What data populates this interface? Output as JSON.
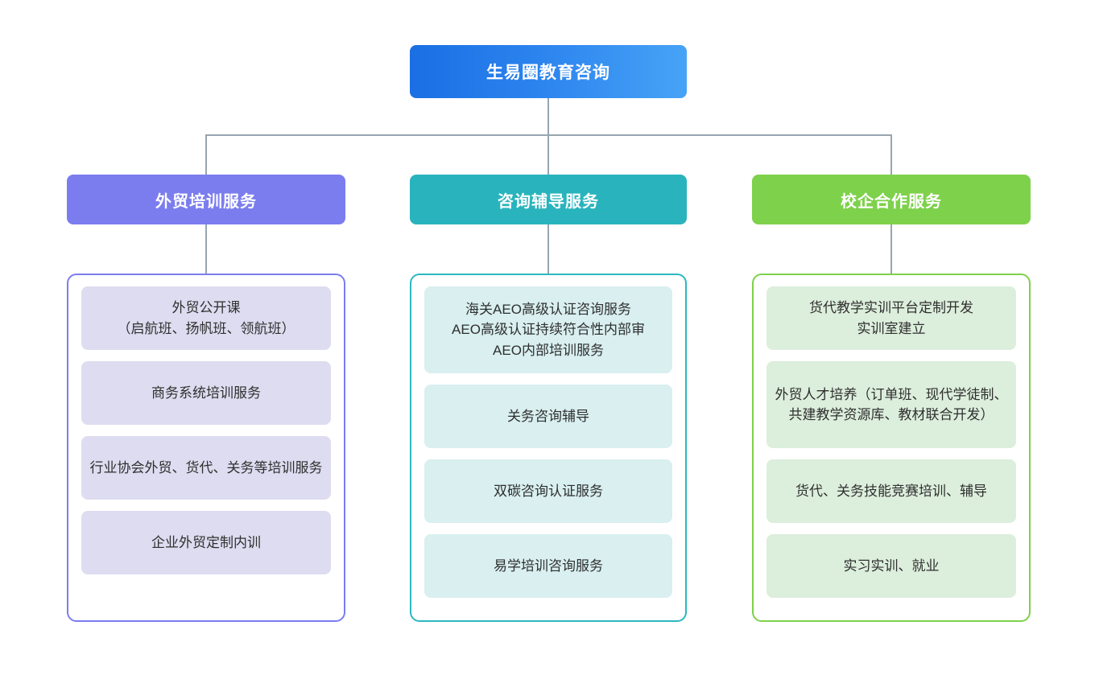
{
  "diagram": {
    "root": {
      "label": "生易圈教育咨询",
      "color_start": "#1a6fe3",
      "color_end": "#47a3f6"
    },
    "connector_color": "#97a5b0",
    "branches": [
      {
        "header": "外贸培训服务",
        "header_color": "#7b7def",
        "border_color": "#7b7def",
        "item_color": "#dedcf0",
        "items": [
          "外贸公开课\n（启航班、扬帆班、领航班）",
          "商务系统培训服务",
          "行业协会外贸、货代、关务等培训服务",
          "企业外贸定制内训"
        ]
      },
      {
        "header": "咨询辅导服务",
        "header_color": "#29b4bd",
        "border_color": "#2cb8c0",
        "item_color": "#d9eff0",
        "items": [
          "海关AEO高级认证咨询服务\nAEO高级认证持续符合性内部审\nAEO内部培训服务",
          "关务咨询辅导",
          "双碳咨询认证服务",
          "易学培训咨询服务"
        ]
      },
      {
        "header": "校企合作服务",
        "header_color": "#7ed14b",
        "border_color": "#7ed14b",
        "item_color": "#dceedc",
        "items": [
          "货代教学实训平台定制开发\n实训室建立",
          "外贸人才培养（订单班、现代学徒制、共建教学资源库、教材联合开发）",
          "货代、关务技能竞赛培训、辅导",
          "实习实训、就业"
        ]
      }
    ]
  }
}
